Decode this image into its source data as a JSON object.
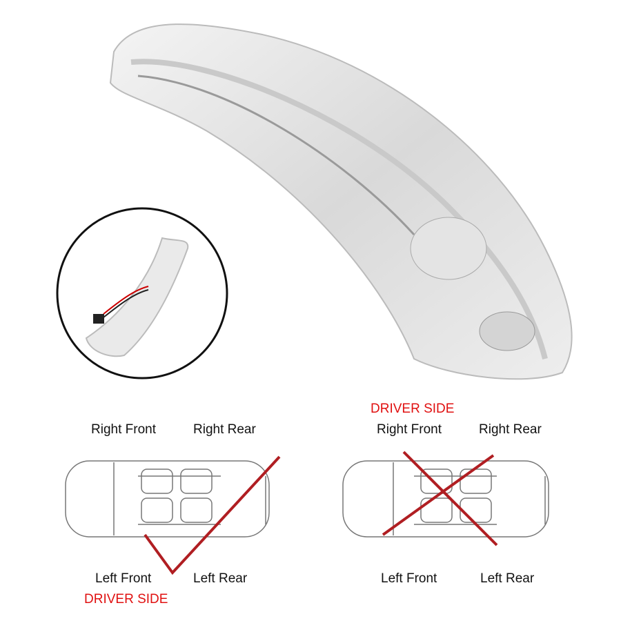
{
  "product_view": {
    "icon": "mirror-turn-signal-lens"
  },
  "inset": {
    "icon": "lens-back-with-connector"
  },
  "left_diagram": {
    "right_front": "Right Front",
    "right_rear": "Right Rear",
    "left_front": "Left Front",
    "left_rear": "Left Rear",
    "driver_side": "DRIVER SIDE",
    "mark": "check"
  },
  "right_diagram": {
    "driver_side": "DRIVER SIDE",
    "right_front": "Right Front",
    "right_rear": "Right Rear",
    "left_front": "Left Front",
    "left_rear": "Left Rear",
    "mark": "cross"
  },
  "colors": {
    "mark": "#b01e22",
    "driver_side_text": "#e01010"
  }
}
